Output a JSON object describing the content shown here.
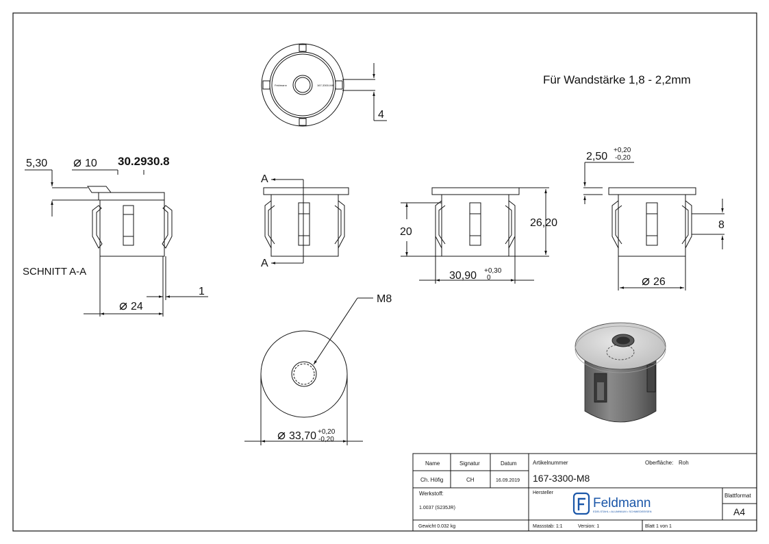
{
  "note": "Für Wandstärke 1,8 - 2,2mm",
  "section_label": "SCHNITT A-A",
  "top_view": {
    "dim_4": "4",
    "logo_text": "Feldmann",
    "part_text": "167-3300-M8"
  },
  "section_view": {
    "dim_530": "5,30",
    "dim_d10": "10",
    "dim_garbled": "30.2930.8",
    "dim_1": "1",
    "dim_d24": "24"
  },
  "front_view": {
    "arrow_a_top": "A",
    "arrow_a_bottom": "A"
  },
  "side_view": {
    "dim_20": "20",
    "dim_2620": "26,20",
    "dim_3090": "30,90",
    "tol_3090_upper": "+0,30",
    "tol_3090_lower": "0"
  },
  "right_view": {
    "dim_250": "2,50",
    "tol_250_upper": "+0,20",
    "tol_250_lower": "-0,20",
    "dim_8": "8",
    "dim_d26": "26"
  },
  "bottom_view": {
    "thread": "M8",
    "dim_d3370": "33,70",
    "tol_upper": "+0,20",
    "tol_lower": "-0,20"
  },
  "title_block": {
    "h_name": "Name",
    "h_signatur": "Signatur",
    "h_datum": "Datum",
    "h_artikel": "Artikelnummer",
    "h_oberflaeche": "Oberfläche:",
    "oberflaeche": "Roh",
    "name": "Ch. Höfig",
    "signatur": "CH",
    "datum": "16.09.2019",
    "artikelnummer": "167-3300-M8",
    "h_werkstoff": "Werkstoff:",
    "werkstoff": "1.0037 (S235JR)",
    "h_hersteller": "Hersteller",
    "brand": "Feldmann",
    "brand_sub": "EDELSTAHL • ALUMINIUM • SCHMIEDEEISEN",
    "h_blattformat": "Blattformat",
    "blattformat": "A4",
    "gewicht": "Gewicht 0.032 kg",
    "massstab": "Massstab: 1:1",
    "version": "Version: 1",
    "blatt": "Blatt 1 von 1"
  },
  "colors": {
    "line": "#111111",
    "part_face": "#d8d8d8",
    "part_dark": "#7a7a7a",
    "brand_blue": "#1a56a8"
  }
}
